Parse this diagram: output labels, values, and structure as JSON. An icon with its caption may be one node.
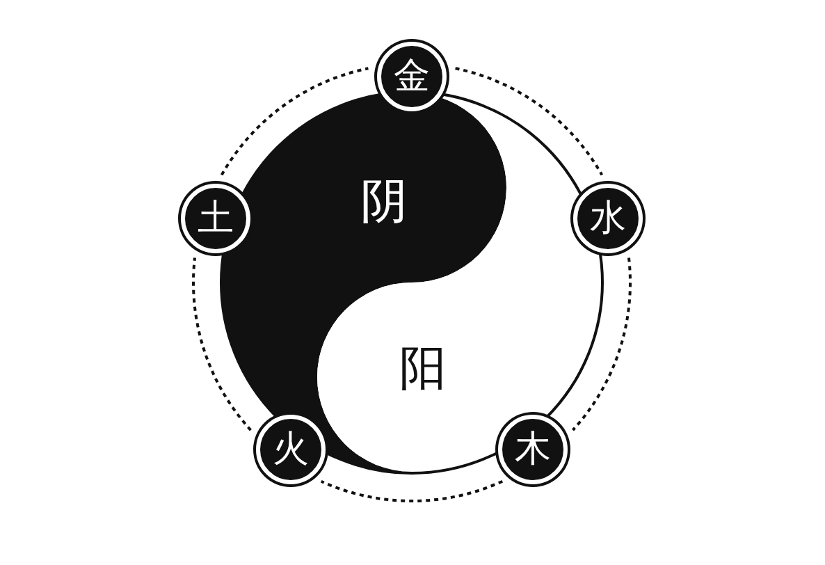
{
  "diagram": {
    "nodes": [
      {
        "text": [
          "阴"
        ]
      },
      {
        "text": [
          "阳"
        ]
      },
      {
        "text": [
          "金"
        ]
      },
      {
        "text": [
          "水"
        ]
      },
      {
        "text": [
          "木"
        ]
      },
      {
        "text": [
          "火"
        ]
      },
      {
        "text": [
          "土"
        ]
      }
    ],
    "edges": [
      {
        "from": 2,
        "to": 3,
        "arrow": "none",
        "style": "dashed"
      },
      {
        "from": 3,
        "to": 4,
        "arrow": "none",
        "style": "dashed"
      },
      {
        "from": 4,
        "to": 5,
        "arrow": "none",
        "style": "dashed"
      },
      {
        "from": 5,
        "to": 6,
        "arrow": "none",
        "style": "dashed"
      },
      {
        "from": 6,
        "to": 2,
        "arrow": "none",
        "style": "dashed"
      }
    ]
  }
}
